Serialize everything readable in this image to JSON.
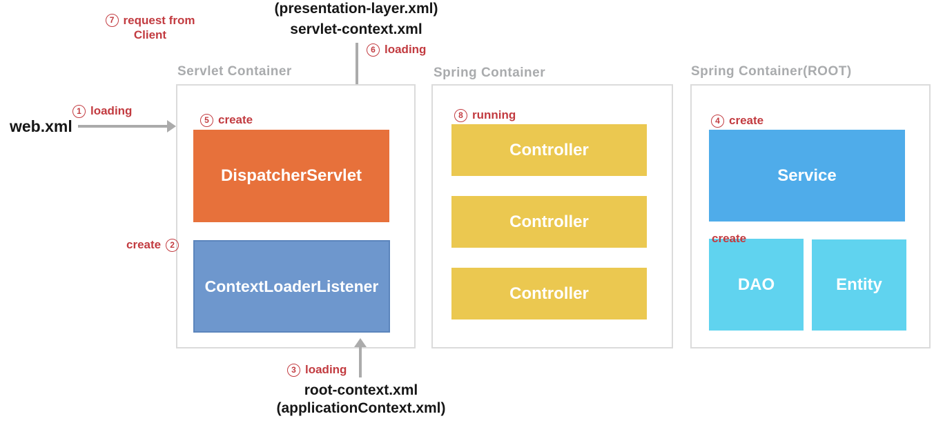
{
  "colors": {
    "orange": "#e7713b",
    "steel_blue": "#6e97cd",
    "steel_blue_border": "#5b85bc",
    "yellow": "#ebc850",
    "service_blue": "#4facea",
    "cyan": "#60d3ef",
    "annotation_red": "#c23b40",
    "title_gray": "#a9abad",
    "container_border_gray": "#dbdbdb",
    "arrow_gray": "#ababab",
    "text_black": "#161616"
  },
  "top_files": {
    "line1": "(presentation-layer.xml)",
    "line2": "servlet-context.xml"
  },
  "bottom_files": {
    "line1": "root-context.xml",
    "line2": "(applicationContext.xml)"
  },
  "web_xml": "web.xml",
  "annotations": {
    "step1": {
      "num": "1",
      "text": "loading"
    },
    "step2": {
      "num": "2",
      "text": "create"
    },
    "step3": {
      "num": "3",
      "text": "loading"
    },
    "step4": {
      "num": "4",
      "text": "create"
    },
    "step5": {
      "num": "5",
      "text": "create"
    },
    "step6": {
      "num": "6",
      "text": "loading"
    },
    "step7": {
      "num": "7",
      "text": "request from",
      "text2": "Client"
    },
    "step8": {
      "num": "8",
      "text": "running"
    },
    "create_dao": {
      "text": "create"
    }
  },
  "containers": {
    "servlet": {
      "title": "Servlet Container",
      "boxes": {
        "dispatcher": "DispatcherServlet",
        "listener": "ContextLoaderListener"
      }
    },
    "spring": {
      "title": "Spring Container",
      "controllers": [
        "Controller",
        "Controller",
        "Controller"
      ]
    },
    "root": {
      "title": "Spring Container(ROOT)",
      "boxes": {
        "service": "Service",
        "dao": "DAO",
        "entity": "Entity"
      }
    }
  }
}
